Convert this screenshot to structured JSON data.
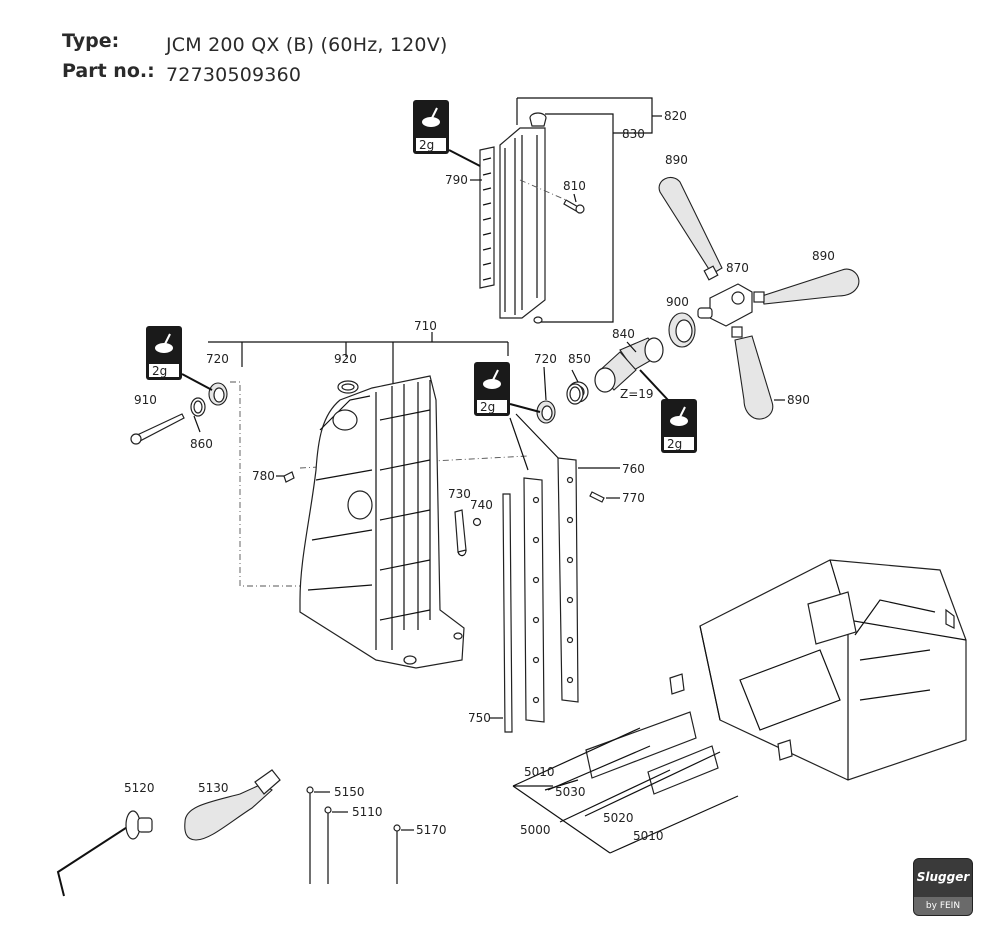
{
  "header": {
    "type_label": "Type:",
    "type_value": "JCM 200 QX (B) (60Hz, 120V)",
    "part_label": "Part no.:",
    "part_value": "72730509360"
  },
  "lube_badge": "2g",
  "gear_note": "Z=19",
  "part_numbers": {
    "p820": "820",
    "p830": "830",
    "p810": "810",
    "p790": "790",
    "p890a": "890",
    "p890b": "890",
    "p890c": "890",
    "p870": "870",
    "p900": "900",
    "p840": "840",
    "p850": "850",
    "p710": "710",
    "p720a": "720",
    "p720b": "720",
    "p920": "920",
    "p910": "910",
    "p860": "860",
    "p780": "780",
    "p730": "730",
    "p740": "740",
    "p760": "760",
    "p770": "770",
    "p750": "750",
    "p5120": "5120",
    "p5130": "5130",
    "p5150": "5150",
    "p5110": "5110",
    "p5170": "5170",
    "p5010a": "5010",
    "p5030": "5030",
    "p5000": "5000",
    "p5020": "5020",
    "p5010b": "5010"
  },
  "case_label": "Slugger by FEIN",
  "logo": {
    "brand": "Slugger",
    "sub": "by FEIN"
  }
}
